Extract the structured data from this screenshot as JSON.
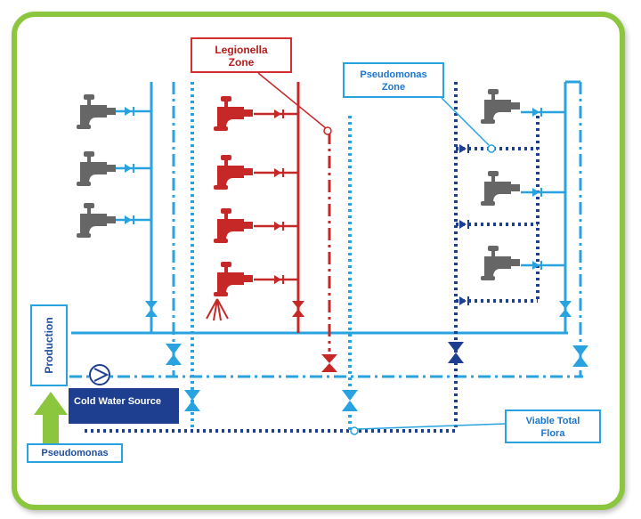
{
  "labels": {
    "legionella_zone": [
      "Legionella",
      "Zone"
    ],
    "pseudomonas_zone": [
      "Pseudomonas",
      "Zone"
    ],
    "viable_total_flora": [
      "Viable Total",
      "Flora"
    ],
    "production": "Production",
    "cold_water_source": "Cold Water Source",
    "pseudomonas": "Pseudomonas"
  },
  "colors": {
    "frame": "#8cc63f",
    "light_blue": "#29a3e0",
    "dark_blue": "#1e3f8f",
    "red": "#c62828",
    "tap_grey": "#666666",
    "arrow_green": "#8cc63f"
  },
  "icons": {
    "tap": "tap-icon",
    "pump": "pump-icon",
    "valve": "valve-icon",
    "check_valve": "check-valve-icon"
  }
}
